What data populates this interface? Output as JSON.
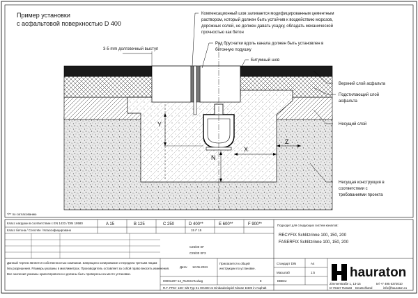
{
  "drawing": {
    "title_line1": "Пример установки",
    "title_line2": "с асфальтовой поверхностью D 400",
    "labels": {
      "joint_1": "Компенсационный шов заливается модифицированным цементным",
      "joint_2": "раствором, который должен быть устойчив к воздействию морозов,",
      "joint_3": "дорожных солей, не должен давать усадку, обладать механической",
      "joint_4": "прочностью как бетон",
      "overhang": "3-5 mm долговечный выступ",
      "paver_1": "Ряд брусчатки вдоль канала должен быть установлен в",
      "paver_2": "бетонную подушку",
      "bitumen": "Битумный шов",
      "asphalt_top": "Верхний слой асфальта",
      "asphalt_bind_1": "Подстилающий слой",
      "asphalt_bind_2": "асфальта",
      "base_layer": "Несущий слой",
      "sub_1": "Несущая конструкция в",
      "sub_2": "соответствии с",
      "sub_3": "требованиями проекта"
    },
    "dims": {
      "x": "X",
      "y": "Y",
      "z": "Z",
      "n": "N"
    },
    "footnote": "*/** по согласованию"
  },
  "title_block": {
    "load_row_label": "Класс нагрузки в соответствии с EN 1433 / DIN 19580",
    "classes": [
      "A 15",
      "B 125",
      "C 250",
      "D 400**",
      "E 600**",
      "F 900**"
    ],
    "concrete_row": "Класс бетона / Concrete / Классифицировано",
    "x_values": "15 /* 15",
    "c_value": "C25/30 XF",
    "c_value2": "C25/30 XF3",
    "suitable_label": "Подходит для следующих систем каналов:",
    "system1": "RECYFIX Schlitzrinne 100, 150, 200",
    "system2": "FASERFIX Schlitzrinne 100, 150, 200",
    "note_lines": [
      "Данный чертеж является собственностью компании. Запрещено копирование и передача третьим лицам",
      "без разрешения. Размеры указаны в миллиметрах. Производитель оставляет за собой право вносить изменения.",
      "Все значения указаны ориентировочно и должны быть проверены на месте установки."
    ],
    "date_label": "Дата:",
    "date": "12.06.2024",
    "filename": "00001207-12_RUSSIAN.dwg",
    "doc_note_1": "Прилагается к общей",
    "doc_note_2": "инструкции по установке.",
    "sheet_no": "8",
    "lang": "EBBrw",
    "std_label": "Стандарт DIN",
    "std_val": "A4",
    "scale_label": "Масштаб",
    "scale_val": "1:5",
    "ref": "R.F. PRO- 100- 6/5 Тур 01 НН200 vs Einbaubeispiel Klasse D400 in Asphalt",
    "logo": "hauraton",
    "address_1": "Zimmerstraße 1, 13-15",
    "address_2": "D-76437 Rastatt",
    "address_3": "Deutschland",
    "phone": "tel +7 495 6372010",
    "email": "info@hauraton.ru"
  }
}
